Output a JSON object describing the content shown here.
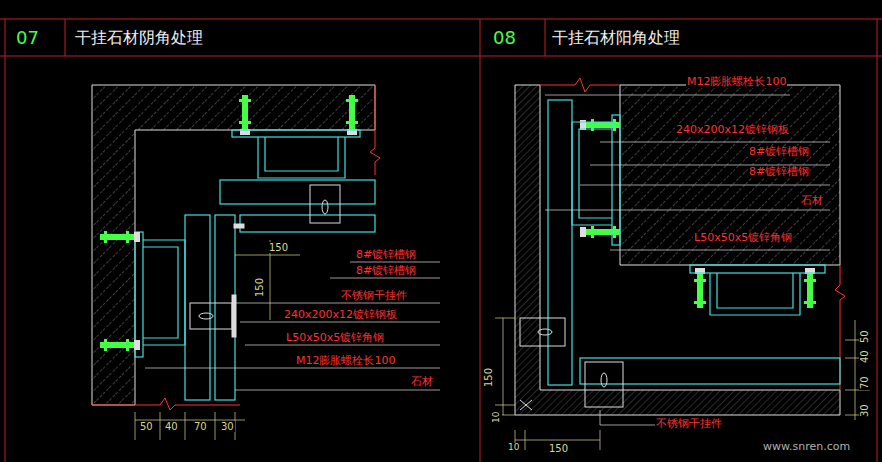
{
  "diagram": {
    "labels": [
      "07",
      "干挂石材阴角处理",
      "08",
      "干挂石材阳角处理",
      "8#镀锌槽钢",
      "8#镀锌槽钢",
      "不锈钢干挂件",
      "240x200x12镀锌钢板",
      "L50x50x5镀锌角钢",
      "M12膨胀螺栓长100",
      "石材",
      "150",
      "150",
      "50",
      "40",
      "70",
      "30",
      "M12膨胀螺栓长100",
      "240x200x12镀锌钢板",
      "8#镀锌槽钢",
      "8#镀锌槽钢",
      "石材",
      "L50x50x5镀锌角钢",
      "不锈钢干挂件",
      "150",
      "10",
      "10",
      "150",
      "50",
      "40",
      "70",
      "30",
      "www.snren.com"
    ]
  }
}
